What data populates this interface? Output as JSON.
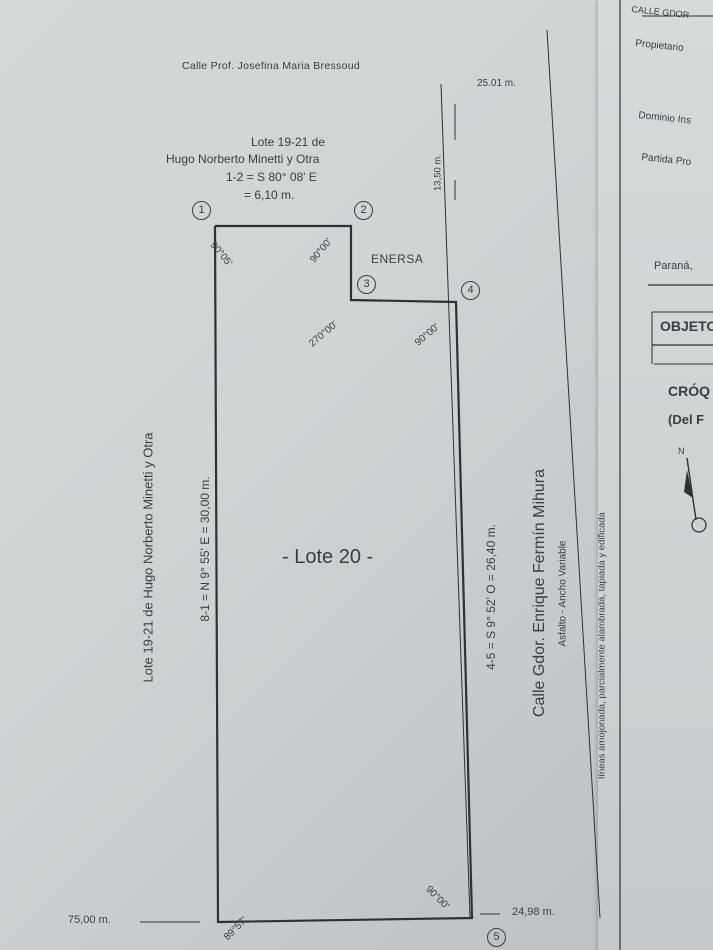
{
  "street_top": "Calle Prof. Josefina Maria Bressoud",
  "dist_top": "25.01 m.",
  "dist_right_vertical": "13,50 m.",
  "neighbor_top": {
    "line1": "Lote 19-21 de",
    "line2": "Hugo Norberto Minetti y Otra",
    "line3": "1-2 = S 80° 08' E",
    "line4": "= 6,10 m."
  },
  "enersa": "ENERSA",
  "points": [
    "1",
    "2",
    "3",
    "4",
    "5"
  ],
  "angles": {
    "a1": "90°05'",
    "a2": "90°00'",
    "a3": "270°00'",
    "a4": "90°00'",
    "a5": "90°00'",
    "a8": "89°57'"
  },
  "lot_label": "- Lote 20 -",
  "left_neighbor": "Lote 19-21 de Hugo Norberto Minetti y Otra",
  "left_measure": "8-1 = N 9° 55' E = 30,00 m.",
  "right_measure": "4-5 = S 9° 52' O = 26,40 m.",
  "street_right": "Calle Gdor. Enrique Fermín Mihura",
  "street_right_sub": "Asfalto - Ancho Variable",
  "boundary_note": "líneas amojonada, parcialmente alambrada, tapiada y edificada",
  "dist_bottom_left": "75,00 m.",
  "dist_bottom_right": "24,98 m.",
  "sidebar": {
    "top": "CALLE GDOR",
    "propietario": "Propietario",
    "dominio": "Dominio Ins",
    "partida": "Partida Pro",
    "parana": "Paraná,",
    "objeto": "OBJETO",
    "croquis": "CRÓQ",
    "del": "(Del F",
    "north": "N"
  }
}
